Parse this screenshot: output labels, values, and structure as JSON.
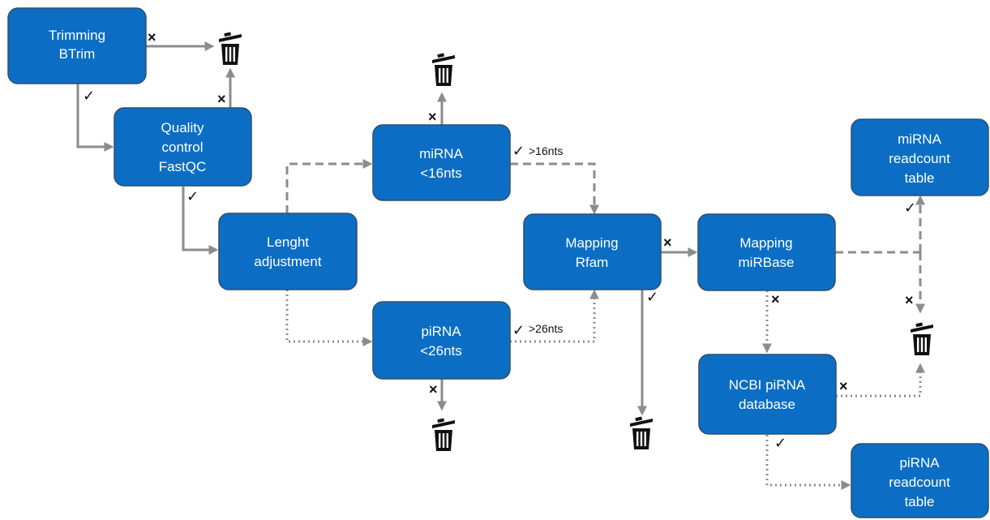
{
  "nodes": {
    "trimming": [
      "Trimming",
      "BTrim"
    ],
    "quality": [
      "Quality",
      "control",
      "FastQC"
    ],
    "length": [
      "Lenght",
      "adjustment"
    ],
    "mirna": [
      "miRNA",
      "<16nts"
    ],
    "pirna": [
      "piRNA",
      "<26nts"
    ],
    "rfam": [
      "Mapping",
      "Rfam"
    ],
    "mirbase": [
      "Mapping",
      "miRBase"
    ],
    "ncbi": [
      "NCBI piRNA",
      "database"
    ],
    "mirna_table": [
      "miRNA",
      "readcount",
      "table"
    ],
    "pirna_table": [
      "piRNA",
      "readcount",
      "table"
    ]
  },
  "labels": {
    "mirna_pass": ">16nts",
    "pirna_pass": ">26nts"
  }
}
